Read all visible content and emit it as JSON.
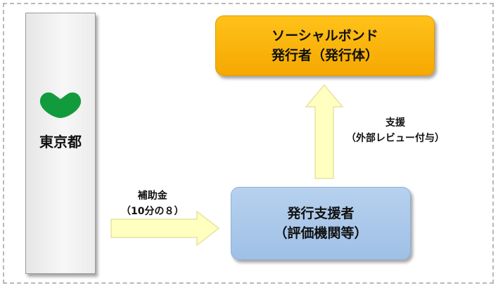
{
  "tokyo": {
    "label": "東京都",
    "logo_icon": "ginkgo-leaf-icon",
    "logo_color": "#119b3c"
  },
  "issuer": {
    "line1": "ソーシャルボンド",
    "line2": "発行者（発行体）",
    "color": "#f5a800"
  },
  "support_org": {
    "line1": "発行支援者",
    "line2": "（評価機関等）",
    "color": "#9fc0e6"
  },
  "subsidy_arrow": {
    "line1": "補助金",
    "line2": "（10分の８）",
    "color": "#ffffc0"
  },
  "support_arrow": {
    "line1": "支援",
    "line2": "（外部レビュー付与）",
    "color": "#ffffc0"
  }
}
